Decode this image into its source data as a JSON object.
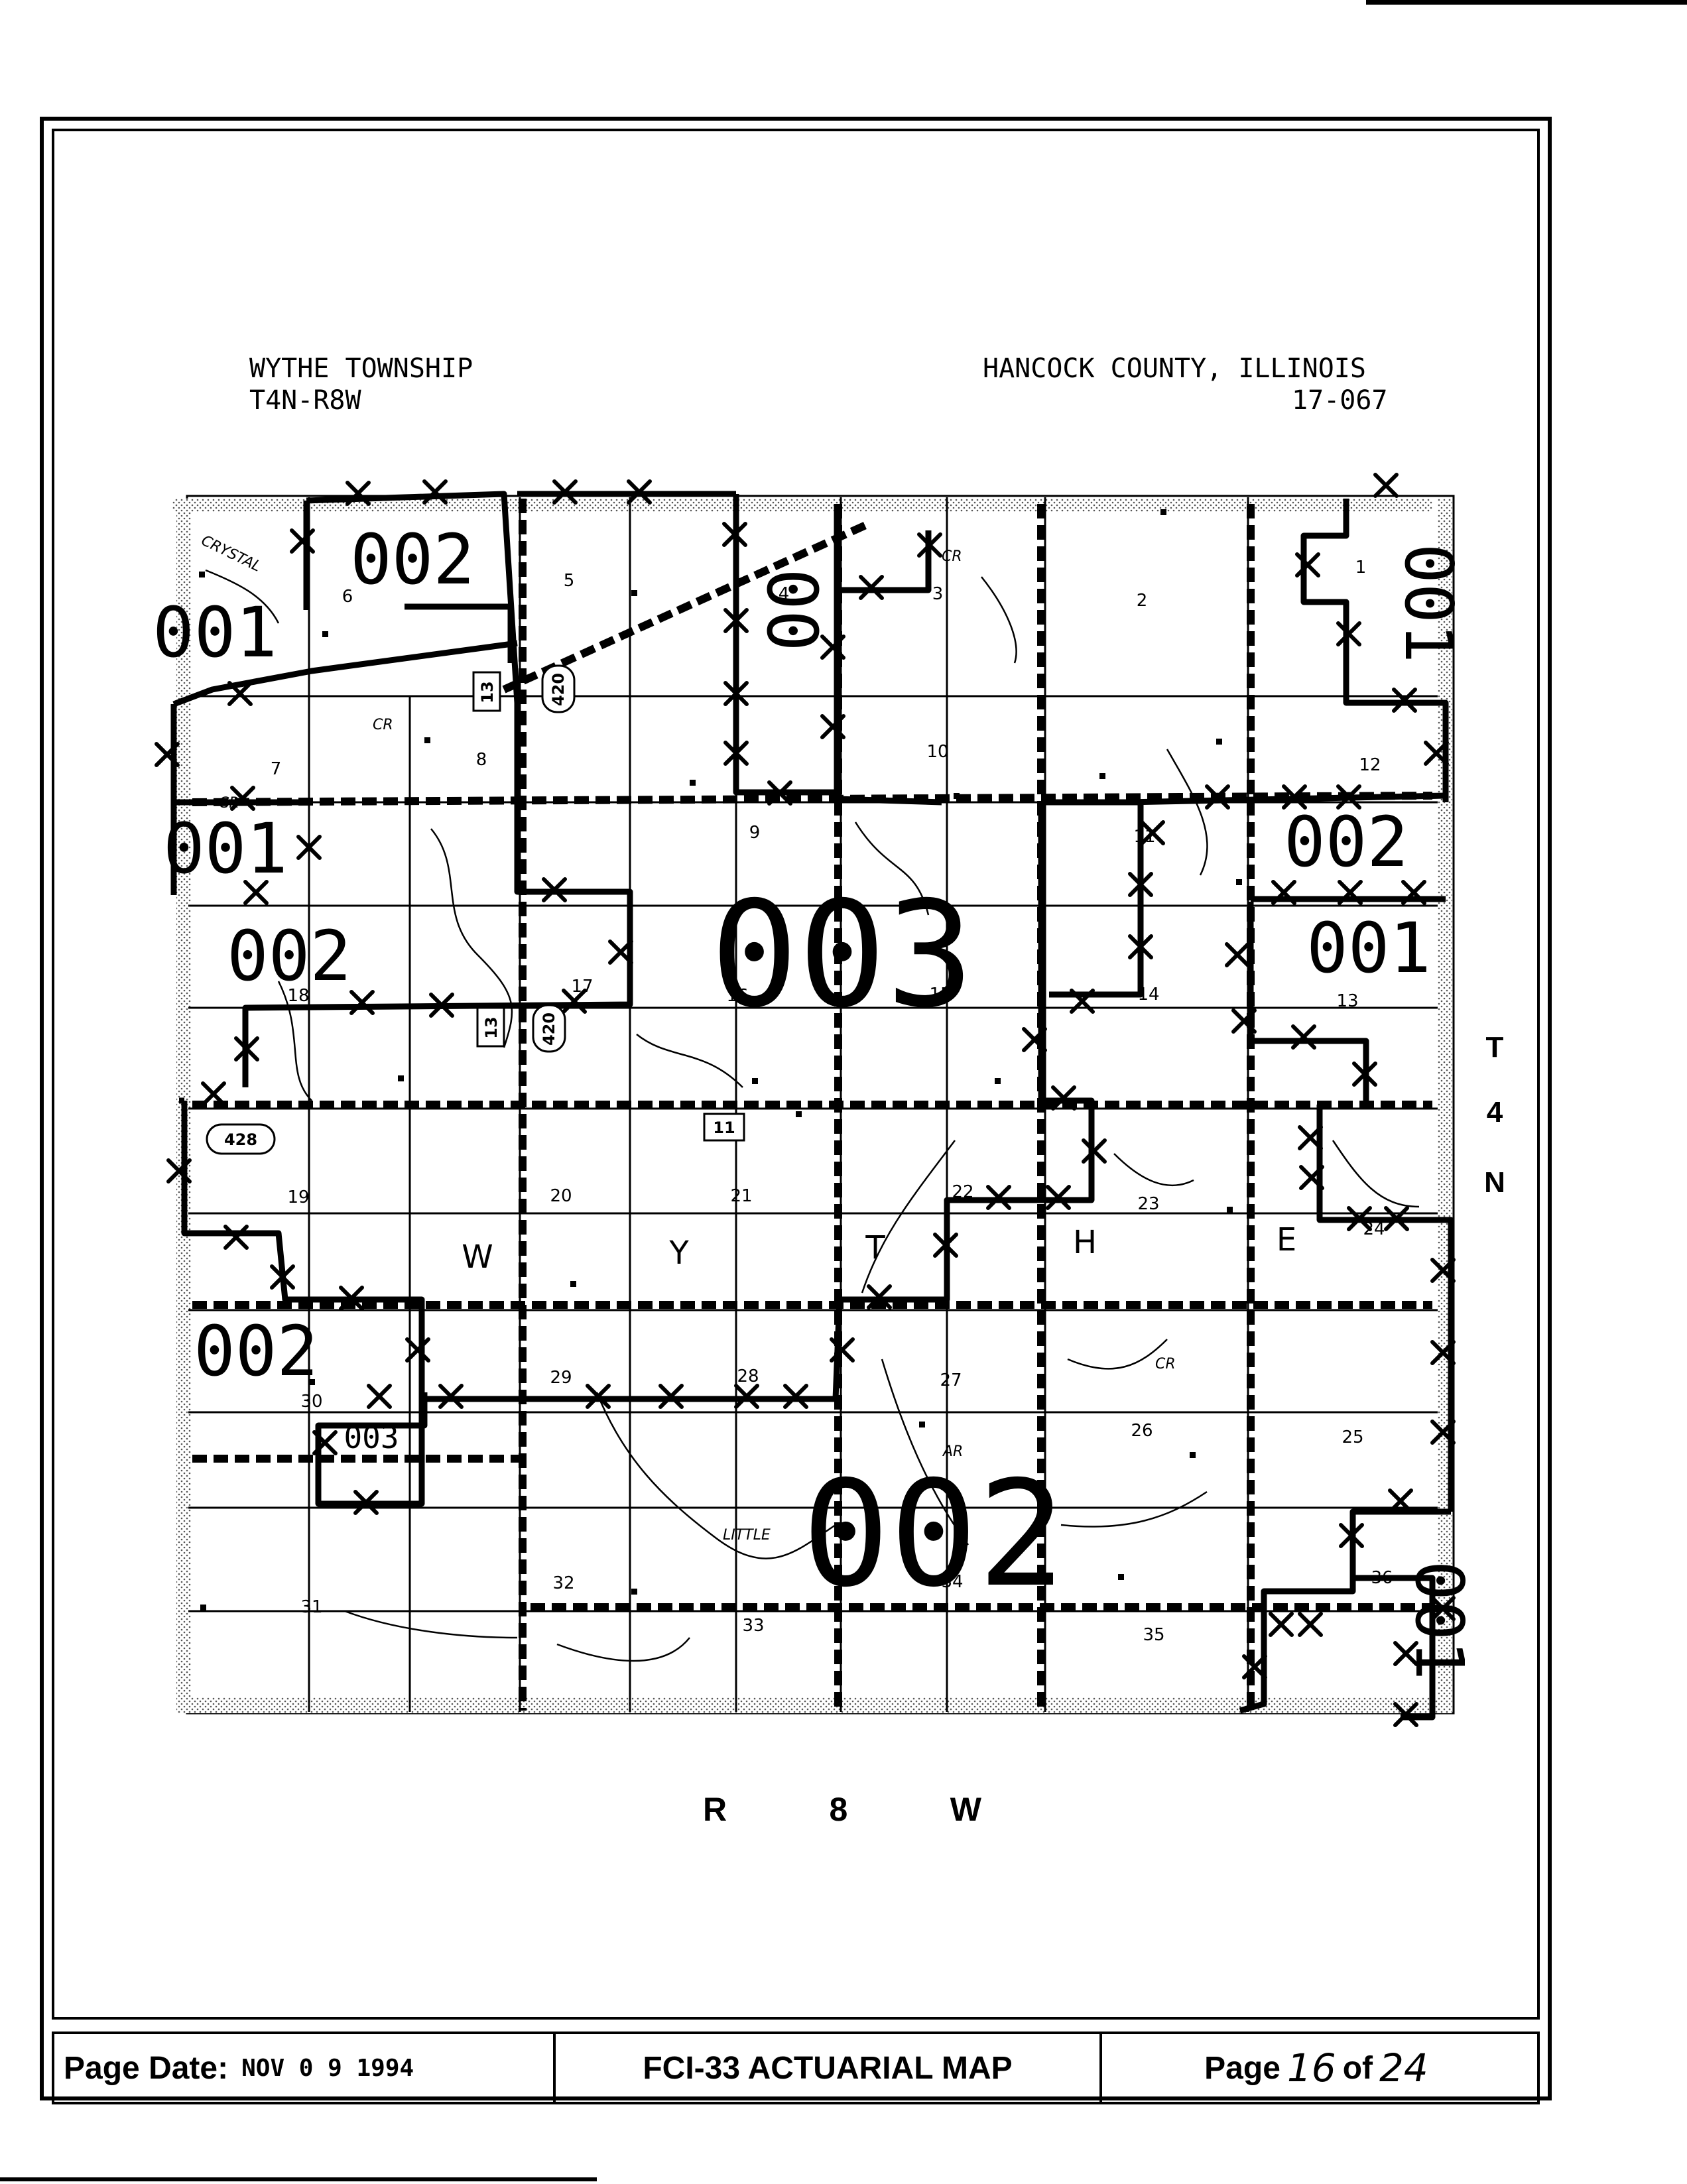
{
  "header": {
    "township": "WYTHE TOWNSHIP",
    "range_code": "T4N-R8W",
    "county": "HANCOCK COUNTY, ILLINOIS",
    "county_code": "17-067"
  },
  "map": {
    "sections": [
      "1",
      "2",
      "3",
      "4",
      "5",
      "6",
      "7",
      "8",
      "9",
      "10",
      "11",
      "12",
      "13",
      "14",
      "15",
      "16",
      "17",
      "18",
      "19",
      "20",
      "21",
      "22",
      "23",
      "24",
      "25",
      "26",
      "27",
      "28",
      "29",
      "30",
      "31",
      "32",
      "33",
      "34",
      "35",
      "36"
    ],
    "township_letters": [
      "W",
      "Y",
      "T",
      "H",
      "E"
    ],
    "zone_labels": {
      "z002_top": "002",
      "z001_topleft": "001",
      "z00_top": "00",
      "z001_right_top": "001",
      "z001_left": "001",
      "z002_left": "002",
      "z003_center": "003",
      "z002_right": "002",
      "z001_right_mid": "001",
      "z002_lower_left": "002",
      "z003_small": "003",
      "z002_bottom": "002",
      "z001_bottom_right": "001"
    },
    "highway_shields": [
      "420",
      "13",
      "420",
      "13",
      "428",
      "11"
    ],
    "place_labels": [
      "CRYSTAL",
      "CR",
      "CR",
      "CR",
      "LITTLE",
      "CR",
      "AR"
    ],
    "side_labels": [
      "T",
      "4",
      "N"
    ],
    "bottom_labels": [
      "R",
      "8",
      "W"
    ]
  },
  "footer": {
    "page_date_label": "Page Date:",
    "page_date_value": "NOV 0 9 1994",
    "map_title": "FCI-33 ACTUARIAL MAP",
    "page_label": "Page",
    "page_number": "16",
    "of_label": "of",
    "page_total": "24"
  }
}
